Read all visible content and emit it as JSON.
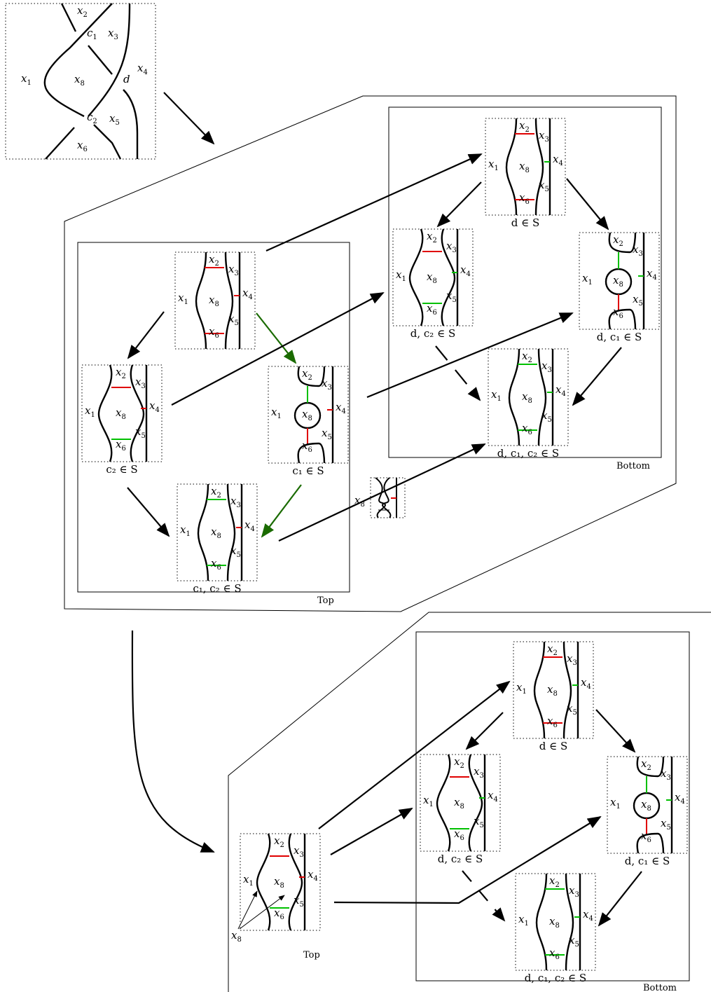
{
  "colors": {
    "strand": "#000000",
    "red_bridge": "#e00000",
    "green_bridge": "#00c000",
    "dark_green_arrow": "#1a6b00",
    "frame": "#000000"
  },
  "knot": {
    "regions": [
      "x1",
      "x2",
      "x3",
      "x4",
      "x5",
      "x6",
      "x8"
    ],
    "crossings": [
      "c1",
      "c2",
      "d"
    ]
  },
  "panels": {
    "top": [
      {
        "id": "t0",
        "caption": ""
      },
      {
        "id": "t1",
        "caption": "c₂ ∈ S"
      },
      {
        "id": "t2",
        "caption": "c₁ ∈ S"
      },
      {
        "id": "t3",
        "caption": "c₁, c₂ ∈ S"
      }
    ],
    "bottom": [
      {
        "id": "b0",
        "caption": "d ∈ S"
      },
      {
        "id": "b1",
        "caption": "d, c₂ ∈ S"
      },
      {
        "id": "b2",
        "caption": "d, c₁ ∈ S"
      },
      {
        "id": "b3",
        "caption": "d, c₁, c₂ ∈ S"
      }
    ],
    "lower_bottom": [
      {
        "id": "l0",
        "caption": "d ∈ S"
      },
      {
        "id": "l1",
        "caption": "d,  c₂ ∈ S"
      },
      {
        "id": "l2",
        "caption": "d, c₁ ∈ S"
      },
      {
        "id": "l3",
        "caption": "d, c₁, c₂ ∈ S"
      }
    ]
  },
  "frame_labels": {
    "top": "Top",
    "bottom": "Bottom",
    "lower_top": "Top",
    "lower_bottom": "Bottom"
  }
}
